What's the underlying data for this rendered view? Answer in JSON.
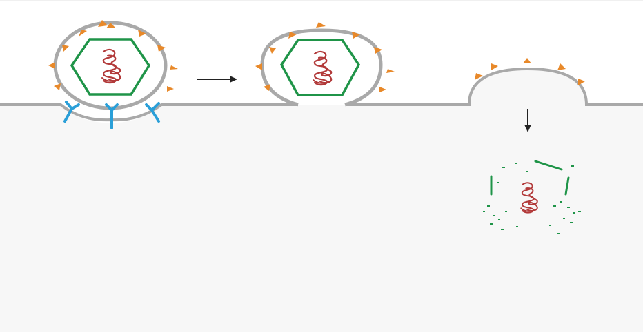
{
  "diagram": {
    "type": "viral-entry-membrane-fusion",
    "stages": [
      {
        "id": "attachment",
        "label": "",
        "description": ""
      },
      {
        "id": "fusion",
        "label": "",
        "description": ""
      },
      {
        "id": "uncoating",
        "label": "",
        "description": ""
      }
    ],
    "colors": {
      "cytoplasm": "#f7f7f7",
      "extracellular": "#ffffff",
      "membrane": "#a9a9a9",
      "glycoprotein_spike": "#e8892a",
      "capsid": "#1f9448",
      "genome": "#b23a3a",
      "receptor": "#2a9fd8",
      "arrow": "#222222"
    },
    "icons": [
      "arrow-right-icon",
      "arrow-down-icon"
    ]
  }
}
